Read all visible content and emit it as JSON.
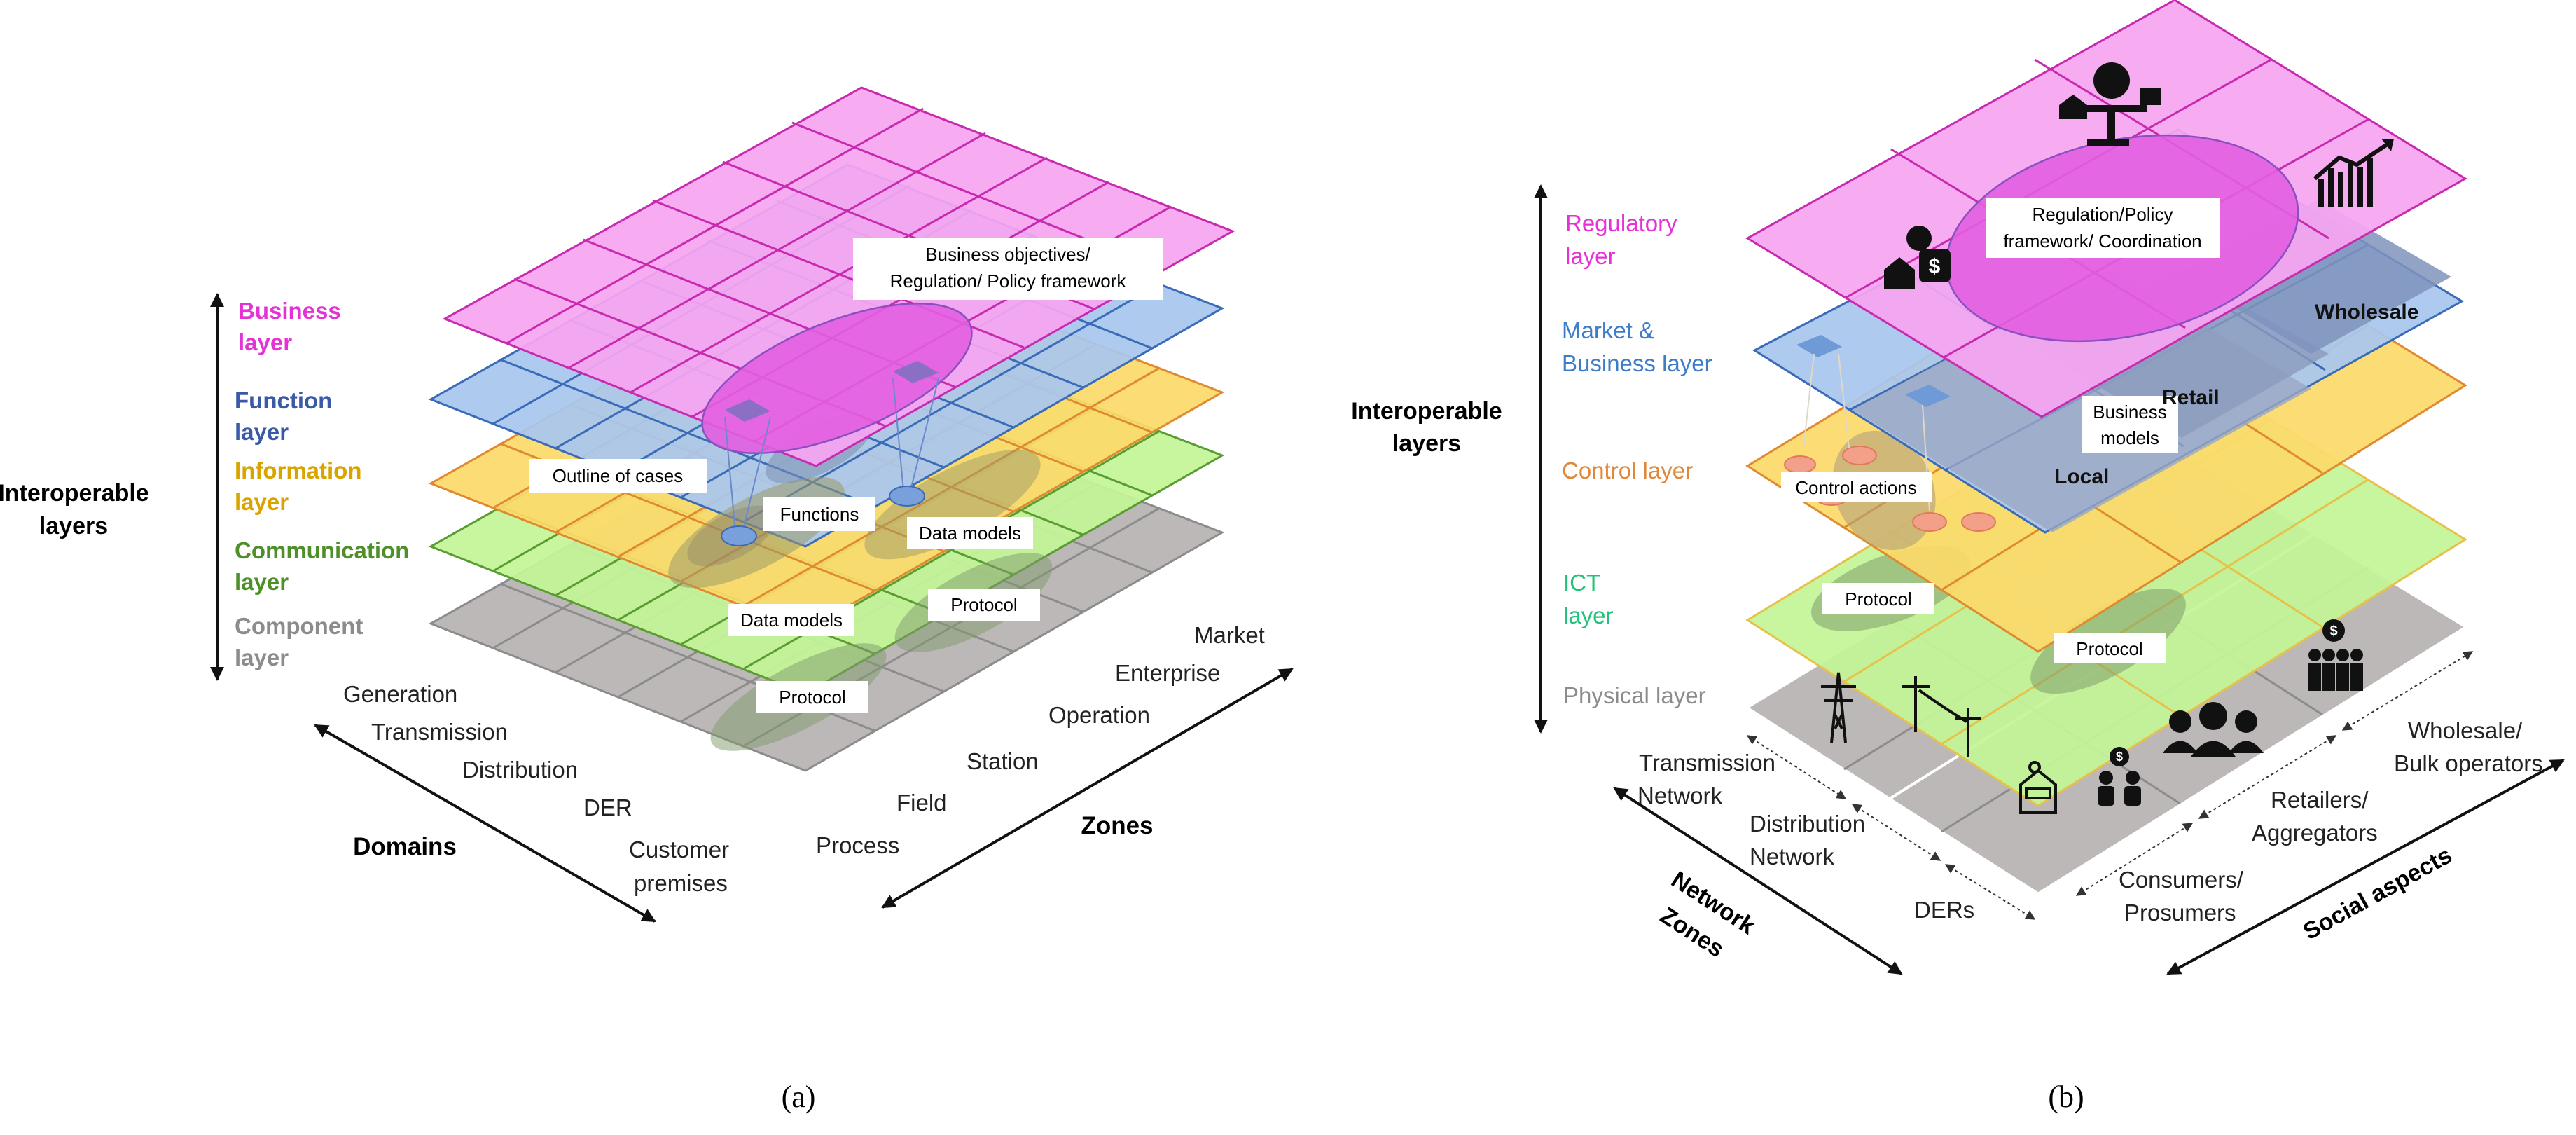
{
  "panel_a": {
    "caption": "(a)",
    "side_title": [
      "Interoperable",
      "layers"
    ],
    "layers": [
      {
        "label": [
          "Business",
          "layer"
        ],
        "color": "#e532d5"
      },
      {
        "label": [
          "Function",
          "layer"
        ],
        "color": "#3a5aa6"
      },
      {
        "label": [
          "Information",
          "layer"
        ],
        "color": "#d9a300"
      },
      {
        "label": [
          "Communication",
          "layer"
        ],
        "color": "#4f8f2a"
      },
      {
        "label": [
          "Component",
          "layer"
        ],
        "color": "#8c8c8c"
      }
    ],
    "domains_title": "Domains",
    "domains": [
      "Generation",
      "Transmission",
      "Distribution",
      "DER",
      "Customer",
      "premises"
    ],
    "zones_title": "Zones",
    "zones": [
      "Market",
      "Enterprise",
      "Operation",
      "Station",
      "Field",
      "Process"
    ],
    "callouts": {
      "business": [
        "Business objectives/",
        "Regulation/ Policy framework"
      ],
      "outline": "Outline of cases",
      "functions": "Functions",
      "data_models_1": "Data models",
      "data_models_2": "Data models",
      "protocol_1": "Protocol",
      "protocol_2": "Protocol"
    }
  },
  "panel_b": {
    "caption": "(b)",
    "side_title": [
      "Interoperable",
      "layers"
    ],
    "layers": [
      {
        "label": [
          "Regulatory",
          "layer"
        ],
        "color": "#e532d5"
      },
      {
        "label": [
          "Market &",
          "Business layer"
        ],
        "color": "#3d7cc9"
      },
      {
        "label": [
          "Control layer"
        ],
        "color": "#e0883a"
      },
      {
        "label": [
          "ICT",
          "layer"
        ],
        "color": "#22c27a"
      },
      {
        "label": [
          "Physical layer"
        ],
        "color": "#8c8c8c"
      }
    ],
    "network_zones_title": [
      "Network",
      "Zones"
    ],
    "network_zones": [
      "Transmission",
      "Network",
      "Distribution",
      "Network",
      "DERs"
    ],
    "social_title": "Social aspects",
    "social": [
      "Wholesale/",
      "Bulk operators",
      "Retailers/",
      "Aggregators",
      "Consumers/",
      "Prosumers"
    ],
    "market_levels": [
      "Wholesale",
      "Retail",
      "Local"
    ],
    "callouts": {
      "regulation": [
        "Regulation/Policy",
        "framework/ Coordination"
      ],
      "business_models": [
        "Business",
        "models"
      ],
      "control_actions": "Control actions",
      "protocol_1": "Protocol",
      "protocol_2": "Protocol"
    }
  }
}
